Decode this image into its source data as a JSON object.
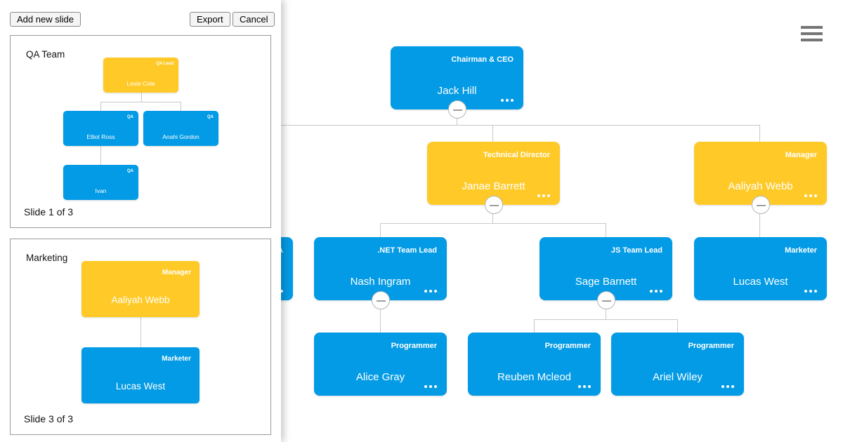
{
  "colors": {
    "node_blue": "#039BE5",
    "node_amber": "#FFCA28",
    "connector": "#C9C9C9",
    "hamburger": "#757575"
  },
  "toolbar": {
    "add_new_slide": "Add new slide",
    "export": "Export",
    "cancel": "Cancel"
  },
  "panel": {
    "slides": [
      {
        "title": "QA Team",
        "footer": "Slide 1 of 3",
        "nodes": [
          {
            "role": "QA Lead",
            "name": "Lexie Cole",
            "color": "amber"
          },
          {
            "role": "QA",
            "name": "Elliot Ross",
            "color": "blue"
          },
          {
            "role": "QA",
            "name": "Anahi Gordon",
            "color": "blue"
          },
          {
            "role": "QA",
            "name": "Ivan",
            "color": "blue"
          }
        ]
      },
      {
        "title": "Marketing",
        "footer": "Slide 3 of 3",
        "nodes": [
          {
            "role": "Manager",
            "name": "Aaliyah Webb",
            "color": "amber"
          },
          {
            "role": "Marketer",
            "name": "Lucas West",
            "color": "blue"
          }
        ]
      }
    ]
  },
  "canvas": {
    "nodes": [
      {
        "role": "Chairman & CEO",
        "name": "Jack Hill",
        "color": "blue"
      },
      {
        "role": "Technical Director",
        "name": "Janae Barrett",
        "color": "amber"
      },
      {
        "role": "Manager",
        "name": "Aaliyah Webb",
        "color": "amber"
      },
      {
        "role": "QA",
        "name": "",
        "color": "blue"
      },
      {
        "role": ".NET Team Lead",
        "name": "Nash Ingram",
        "color": "blue"
      },
      {
        "role": "JS Team Lead",
        "name": "Sage Barnett",
        "color": "blue"
      },
      {
        "role": "Marketer",
        "name": "Lucas West",
        "color": "blue"
      },
      {
        "role": "Programmer",
        "name": "Alice Gray",
        "color": "blue"
      },
      {
        "role": "Programmer",
        "name": "Reuben Mcleod",
        "color": "blue"
      },
      {
        "role": "Programmer",
        "name": "Ariel Wiley",
        "color": "blue"
      }
    ]
  }
}
